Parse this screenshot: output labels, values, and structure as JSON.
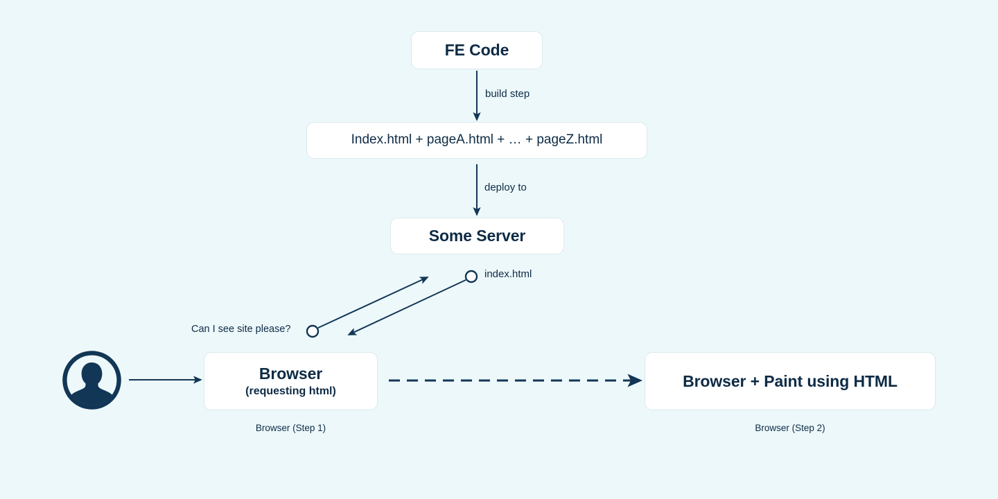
{
  "diagram": {
    "background_color": "#edf8fb",
    "ink_color": "#0d2b45",
    "node_fill": "#ffffff",
    "node_border_color": "#dbe9ec",
    "nodes": {
      "fe_code": {
        "label": "FE Code"
      },
      "html_files": {
        "label": "Index.html + pageA.html + … + pageZ.html"
      },
      "some_server": {
        "label": "Some Server"
      },
      "browser_1": {
        "label": "Browser",
        "sublabel": "(requesting html)",
        "caption": "Browser (Step 1)"
      },
      "browser_2": {
        "label": "Browser + Paint using HTML",
        "caption": "Browser (Step 2)"
      }
    },
    "edges": {
      "build_step": {
        "label": "build step",
        "style": "solid-arrow"
      },
      "deploy_to": {
        "label": "deploy to",
        "style": "solid-arrow"
      },
      "request": {
        "label": "Can I see site please?",
        "style": "solid-arrow-circle-start"
      },
      "response": {
        "label": "index.html",
        "style": "solid-arrow-circle-start"
      },
      "user_to_browser": {
        "label": "",
        "style": "solid-arrow"
      },
      "browser_step": {
        "label": "",
        "style": "dashed-arrow"
      }
    },
    "icons": {
      "user_avatar": "user-avatar-icon"
    }
  }
}
